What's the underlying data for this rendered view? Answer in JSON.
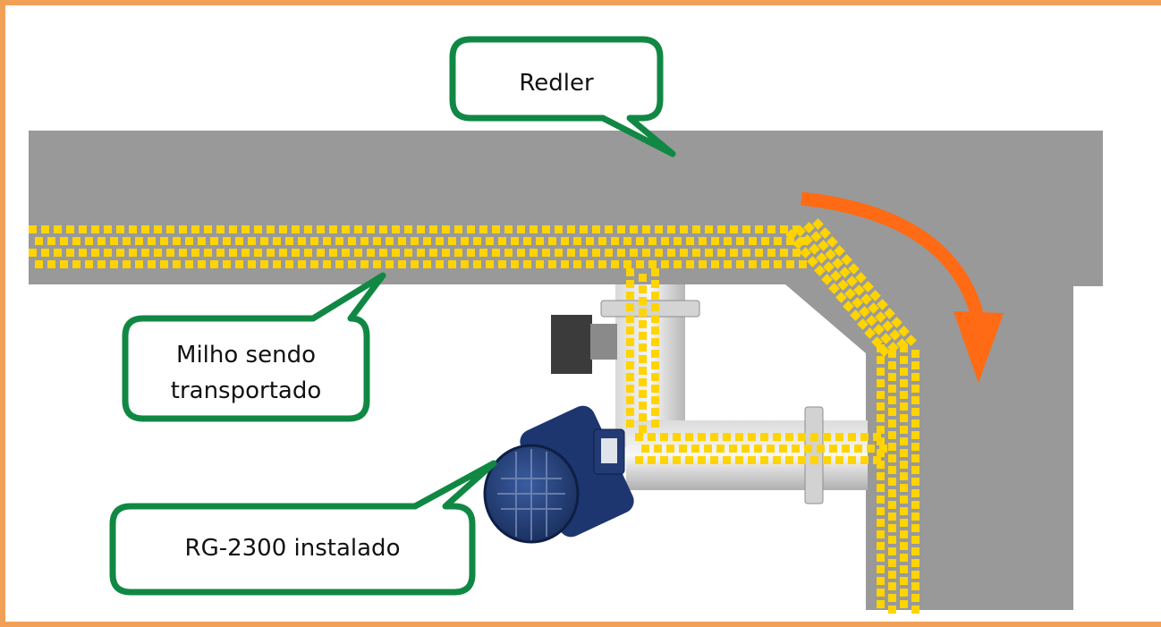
{
  "colors": {
    "border": "#f2a057",
    "conveyor": "#999999",
    "grain": "#ffd400",
    "callout_border": "#108844",
    "arrow": "#ff6a14",
    "steel": "#c7c7c7",
    "motor": "#223b74",
    "actuator": "#3b3b3b"
  },
  "labels": {
    "redler": "Redler",
    "milho_line1": "Milho sendo",
    "milho_line2": "transportado",
    "rg": "RG-2300 instalado"
  },
  "icons": {
    "arrow": "curved-arrow-icon",
    "motor": "electric-motor-icon"
  }
}
